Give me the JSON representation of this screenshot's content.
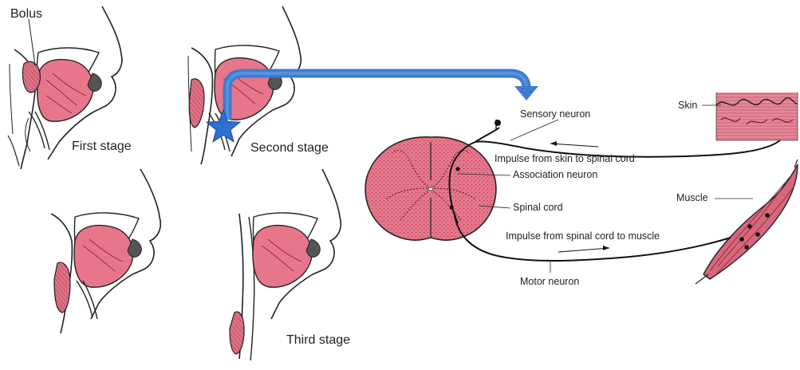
{
  "swallowing": {
    "bolus_label": "Bolus",
    "stage1_label": "First stage",
    "stage2_label": "Second stage",
    "stage3_label": "Third stage"
  },
  "reflex": {
    "sensory_neuron": "Sensory neuron",
    "skin": "Skin",
    "impulse_skin_to_cord": "Impulse from skin to spinal cord",
    "association_neuron": "Association neuron",
    "spinal_cord": "Spinal cord",
    "muscle": "Muscle",
    "impulse_cord_to_muscle": "Impulse from spinal cord to muscle",
    "motor_neuron": "Motor neuron"
  },
  "colors": {
    "tissue_pink": "#e8768a",
    "tissue_dark": "#c93a4e",
    "arrow_blue": "#3d7bd0",
    "star_blue": "#2f6fd0",
    "ink": "#222222"
  },
  "icons": {
    "star": "star-icon",
    "arrow": "curved-arrow-icon"
  }
}
